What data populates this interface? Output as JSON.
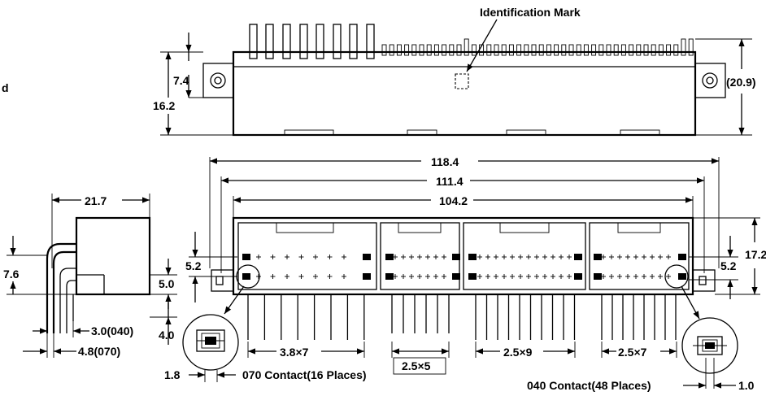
{
  "stray_letter": "d",
  "top_view": {
    "identification_mark": "Identification Mark",
    "dim_height_left_inner": "7.4",
    "dim_height_left_outer": "16.2",
    "dim_height_right": "(20.9)"
  },
  "front_view": {
    "dim_overall": "118.4",
    "dim_mounting": "111.4",
    "dim_body": "104.2",
    "dim_left_5_2": "5.2",
    "dim_right_5_2": "5.2",
    "dim_right_17_2": "17.2",
    "pitch_1": "3.8×7",
    "pitch_2": "2.5×5",
    "pitch_3": "2.5×9",
    "pitch_4": "2.5×7",
    "contact_070": "070 Contact(16 Places)",
    "contact_040": "040 Contact(48 Places)",
    "dim_1_8": "1.8",
    "dim_1_0": "1.0"
  },
  "side_view": {
    "dim_width": "21.7",
    "dim_7_6": "7.6",
    "dim_5_0": "5.0",
    "dim_4_0": "4.0",
    "dim_3_0": "3.0(040)",
    "dim_4_8": "4.8(070)"
  }
}
